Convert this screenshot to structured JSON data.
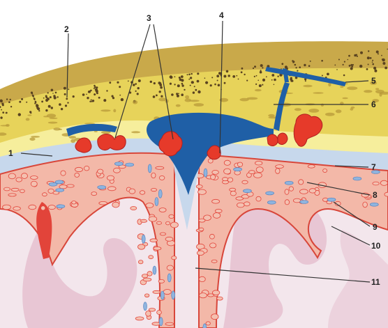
{
  "colors": {
    "skin": "#cfb04a",
    "scalp_dots": "#5a4320",
    "bone": "#e6d562",
    "bone_dark": "#b89a3a",
    "dura": "#f7ef9a",
    "arachnoid": "#c8d8ec",
    "sinus": "#1f5fa6",
    "granulation": "#e63a2a",
    "pia_cell": "#f4c0b0",
    "pia_vessel": "#e2443a",
    "brain": "#efdde6",
    "brain_fold": "#e6b8c8",
    "vessel_blue": "#8fb4de",
    "leader": "#333333"
  },
  "labels": [
    {
      "id": "1",
      "text": "1"
    },
    {
      "id": "2",
      "text": "2"
    },
    {
      "id": "3",
      "text": "3"
    },
    {
      "id": "4",
      "text": "4"
    },
    {
      "id": "5",
      "text": "5"
    },
    {
      "id": "6",
      "text": "6"
    },
    {
      "id": "7",
      "text": "7"
    },
    {
      "id": "8",
      "text": "8"
    },
    {
      "id": "9",
      "text": "9"
    },
    {
      "id": "10",
      "text": "10"
    },
    {
      "id": "11",
      "text": "11"
    }
  ]
}
